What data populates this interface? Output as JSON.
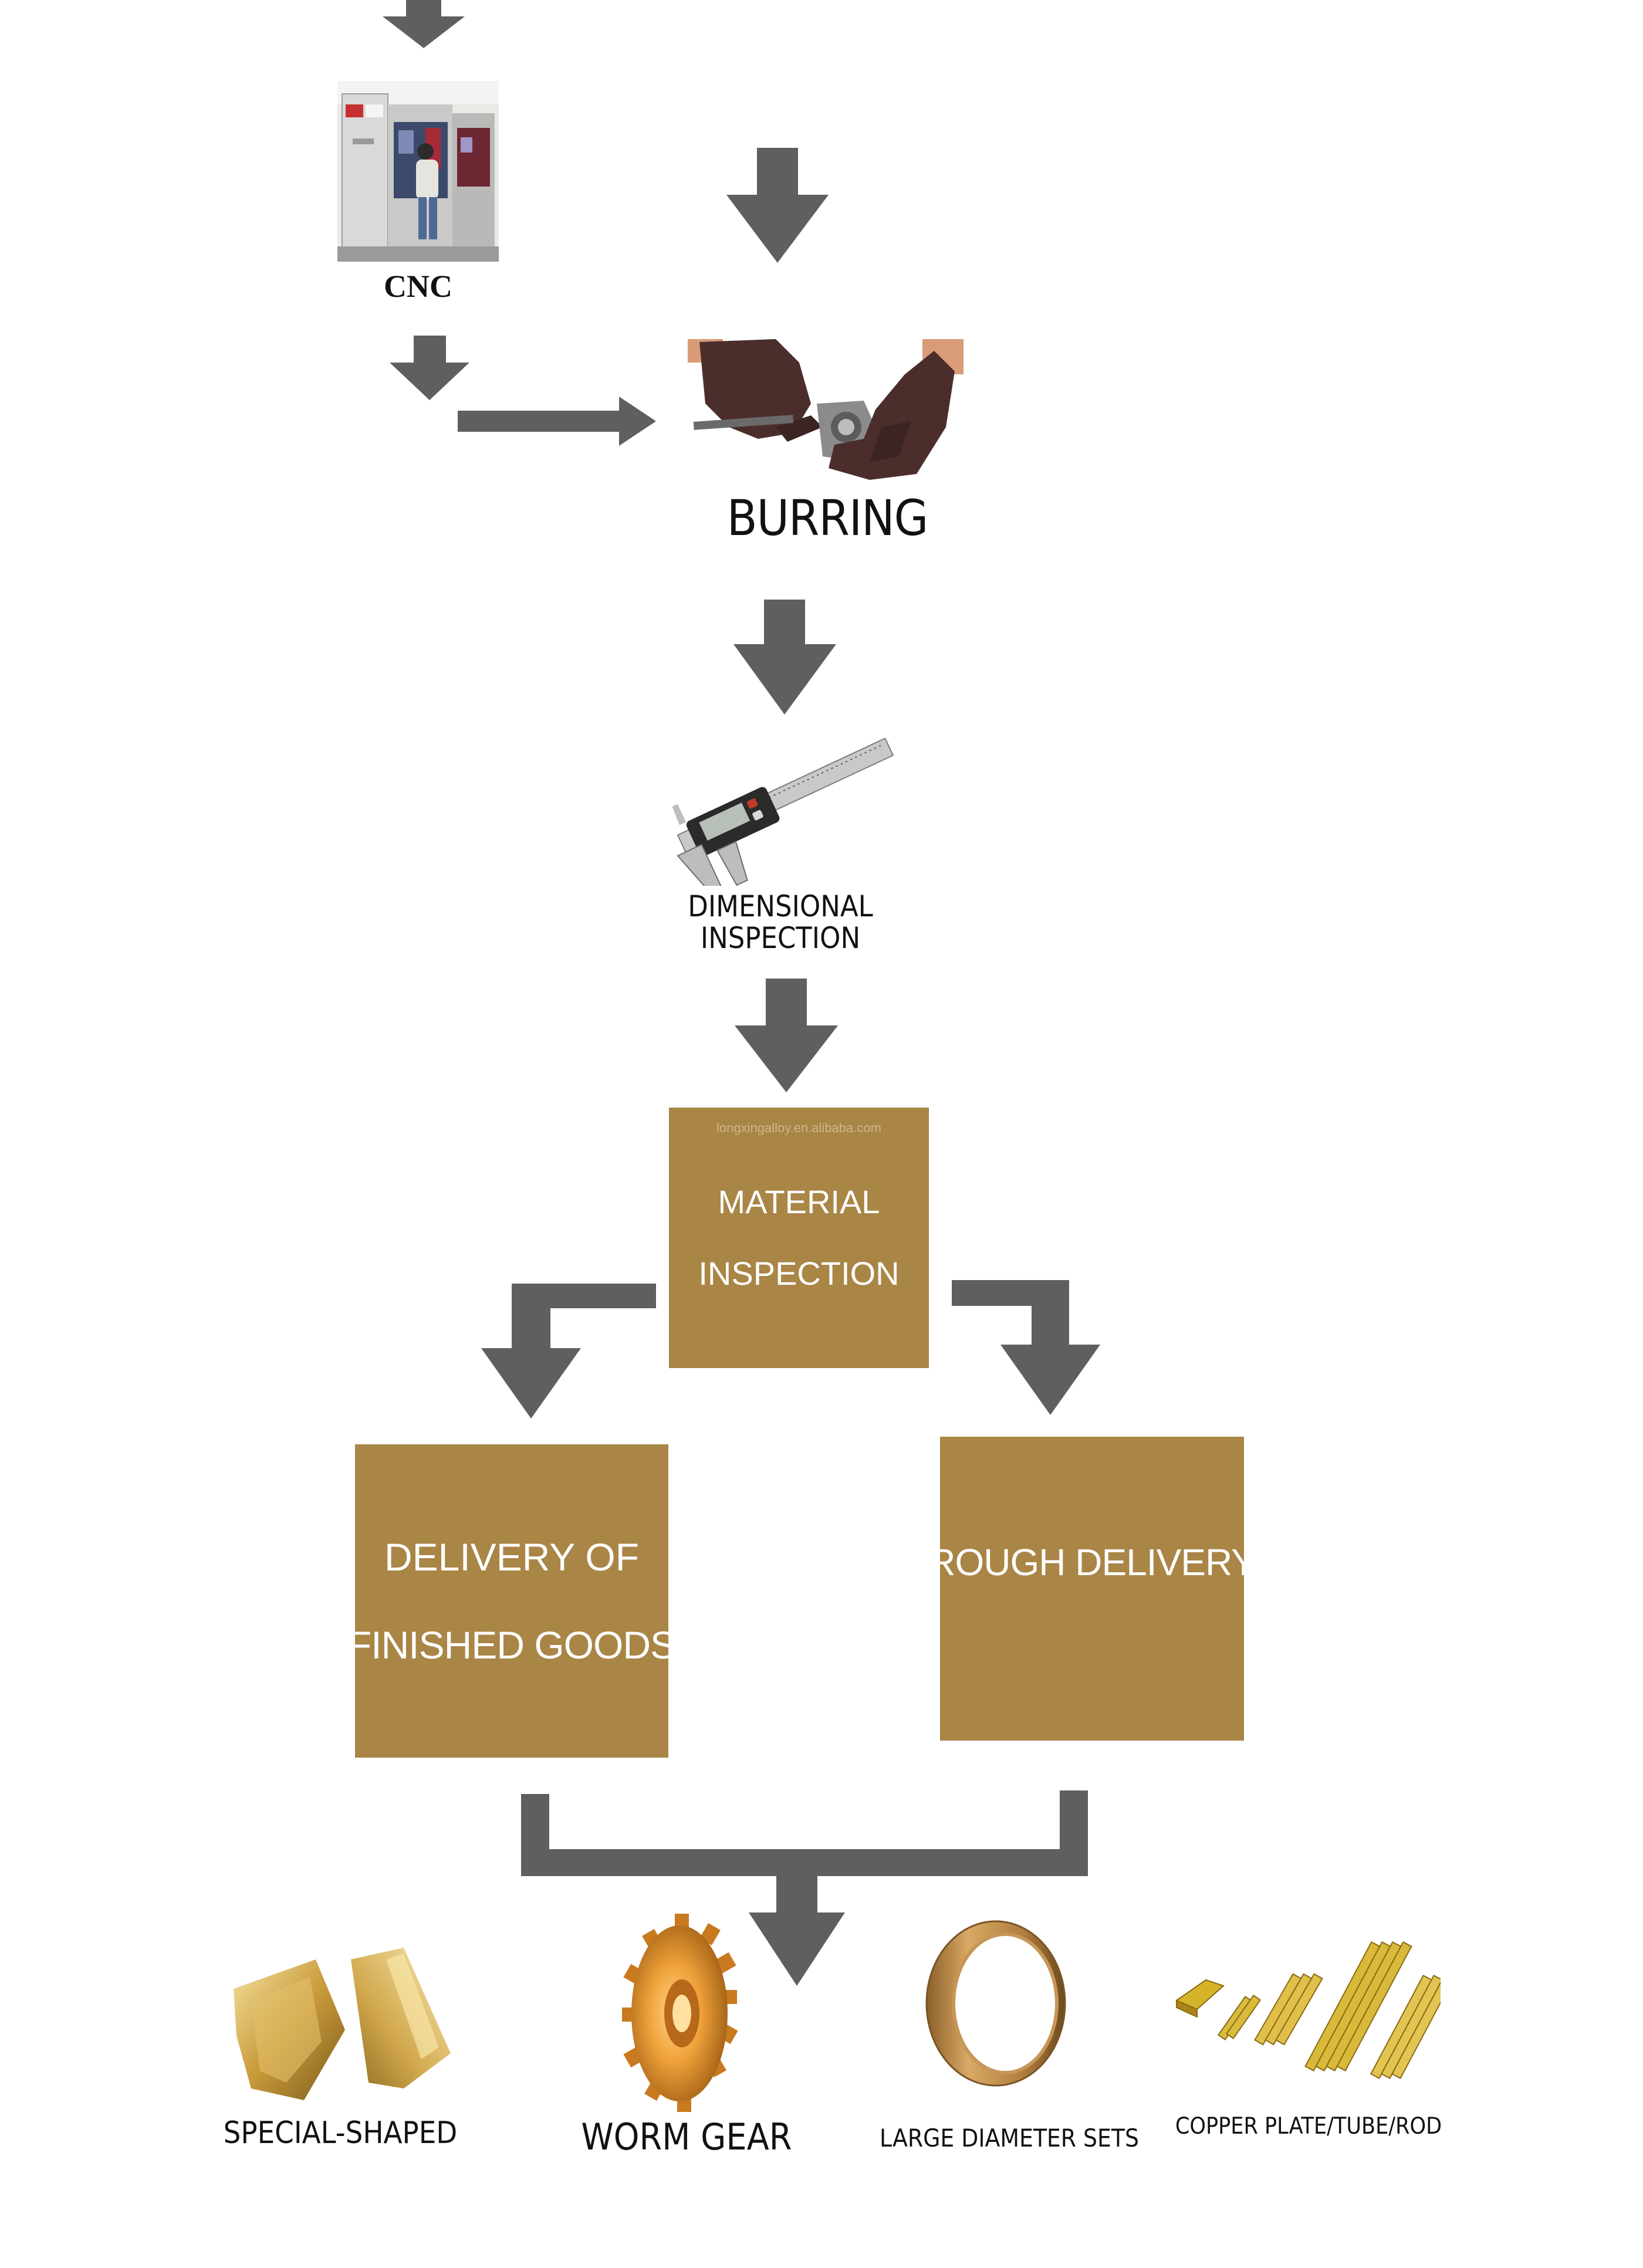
{
  "colors": {
    "arrow": "#5f5f5f",
    "box_fill": "#a98546",
    "box_text": "#ffffff",
    "label_text": "#111111",
    "watermark": "#cfb68a"
  },
  "steps": {
    "cnc": {
      "label": "CNC",
      "image": "cnc-machine-operator-photo"
    },
    "burring": {
      "label": "BURRING",
      "image": "gloved-hands-deburring-photo"
    },
    "dimensional_inspection": {
      "line1": "DIMENSIONAL",
      "line2": "INSPECTION",
      "image": "digital-caliper-photo"
    },
    "material_inspection": {
      "line1": "MATERIAL",
      "line2": "INSPECTION",
      "watermark": "longxingalloy.en.alibaba.com"
    },
    "delivery_finished": {
      "line1": "DELIVERY OF",
      "line2": "FINISHED GOODS"
    },
    "rough_delivery": {
      "label": "ROUGH DELIVERY"
    }
  },
  "products": [
    {
      "label": "SPECIAL-SHAPED",
      "image": "special-shaped-brass-parts"
    },
    {
      "label": "WORM GEAR",
      "image": "bronze-worm-gear"
    },
    {
      "label": "LARGE DIAMETER SETS",
      "image": "large-diameter-bronze-ring"
    },
    {
      "label": "COPPER PLATE/TUBE/ROD",
      "image": "copper-rods-bundle"
    }
  ]
}
